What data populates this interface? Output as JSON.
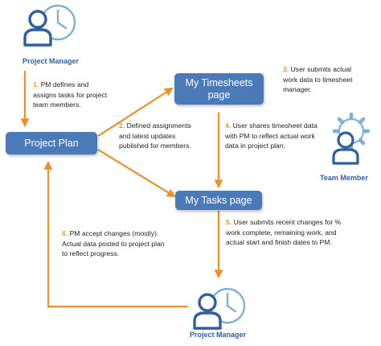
{
  "roles": {
    "pm_top": "Project Manager",
    "pm_bottom": "Project Manager",
    "team_member": "Team Member"
  },
  "boxes": {
    "project_plan": "Project Plan",
    "timesheets_line1": "My Timesheets",
    "timesheets_line2": "page",
    "tasks": "My Tasks page"
  },
  "steps": [
    {
      "num": "1.",
      "lines": [
        "PM defines and",
        "assigns tasks  for project",
        "team members."
      ]
    },
    {
      "num": "2.",
      "lines": [
        "Defined assignments",
        "and latest updates",
        "published for members."
      ]
    },
    {
      "num": "3.",
      "lines": [
        "User submits  actual",
        "work data  to timesheet",
        "manager."
      ]
    },
    {
      "num": "4.",
      "lines": [
        "User shares timesheet data",
        "with PM to reflect actual work",
        "data in project plan."
      ]
    },
    {
      "num": "5.",
      "lines": [
        "User submits  recent changes for %",
        "work complete, remaining work, and",
        "actual start and finish dates to PM."
      ]
    },
    {
      "num": "6.",
      "lines": [
        "PM accept changes (mostly).",
        "Actual data  posted to project plan",
        "to reflect progress."
      ]
    }
  ],
  "colors": {
    "arrow": "#e8912e",
    "box": "#4a7ab8",
    "icon_blue": "#2f5f9e",
    "icon_light": "#7fb0dc"
  }
}
